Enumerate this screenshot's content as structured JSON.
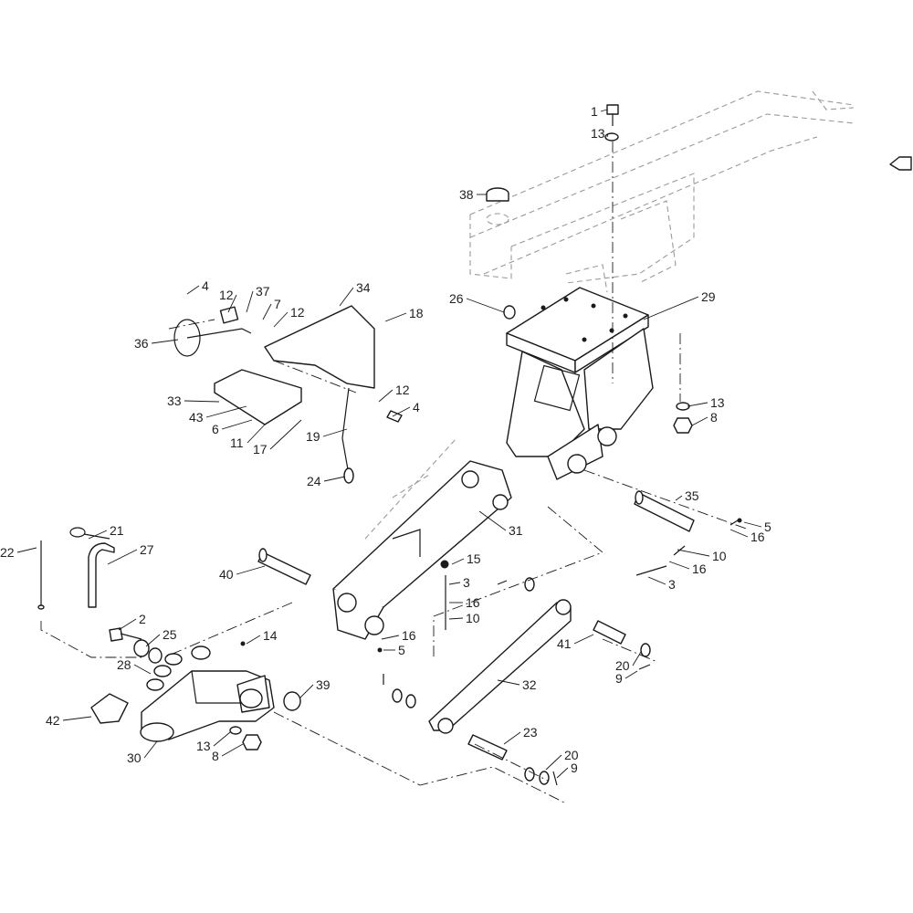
{
  "diagram": {
    "type": "exploded-parts-diagram",
    "callouts": [
      {
        "id": "c1",
        "label": "1"
      },
      {
        "id": "c2",
        "label": "13"
      },
      {
        "id": "c3",
        "label": "38"
      },
      {
        "id": "c4",
        "label": "4"
      },
      {
        "id": "c5",
        "label": "12"
      },
      {
        "id": "c6",
        "label": "37"
      },
      {
        "id": "c7",
        "label": "7"
      },
      {
        "id": "c8",
        "label": "12"
      },
      {
        "id": "c9",
        "label": "34"
      },
      {
        "id": "c10",
        "label": "18"
      },
      {
        "id": "c11",
        "label": "36"
      },
      {
        "id": "c12",
        "label": "26"
      },
      {
        "id": "c13",
        "label": "29"
      },
      {
        "id": "c14",
        "label": "33"
      },
      {
        "id": "c15",
        "label": "43"
      },
      {
        "id": "c16",
        "label": "6"
      },
      {
        "id": "c17",
        "label": "11"
      },
      {
        "id": "c18",
        "label": "17"
      },
      {
        "id": "c19",
        "label": "24"
      },
      {
        "id": "c20",
        "label": "12"
      },
      {
        "id": "c21",
        "label": "4"
      },
      {
        "id": "c22",
        "label": "13"
      },
      {
        "id": "c23",
        "label": "8"
      },
      {
        "id": "c24",
        "label": "19"
      },
      {
        "id": "c25",
        "label": "35"
      },
      {
        "id": "c26",
        "label": "31"
      },
      {
        "id": "c27",
        "label": "5"
      },
      {
        "id": "c28",
        "label": "16"
      },
      {
        "id": "c29",
        "label": "21"
      },
      {
        "id": "c30",
        "label": "22"
      },
      {
        "id": "c31",
        "label": "27"
      },
      {
        "id": "c32",
        "label": "10"
      },
      {
        "id": "c33",
        "label": "16"
      },
      {
        "id": "c34",
        "label": "3"
      },
      {
        "id": "c35",
        "label": "40"
      },
      {
        "id": "c36",
        "label": "15"
      },
      {
        "id": "c37",
        "label": "3"
      },
      {
        "id": "c38",
        "label": "16"
      },
      {
        "id": "c39",
        "label": "10"
      },
      {
        "id": "c40",
        "label": "2"
      },
      {
        "id": "c41",
        "label": "25"
      },
      {
        "id": "c42",
        "label": "14"
      },
      {
        "id": "c43",
        "label": "16"
      },
      {
        "id": "c44",
        "label": "5"
      },
      {
        "id": "c45",
        "label": "28"
      },
      {
        "id": "c46",
        "label": "41"
      },
      {
        "id": "c47",
        "label": "20"
      },
      {
        "id": "c48",
        "label": "9"
      },
      {
        "id": "c49",
        "label": "39"
      },
      {
        "id": "c50",
        "label": "32"
      },
      {
        "id": "c51",
        "label": "42"
      },
      {
        "id": "c52",
        "label": "23"
      },
      {
        "id": "c53",
        "label": "13"
      },
      {
        "id": "c54",
        "label": "8"
      },
      {
        "id": "c55",
        "label": "30"
      },
      {
        "id": "c56",
        "label": "20"
      },
      {
        "id": "c57",
        "label": "9"
      }
    ]
  }
}
